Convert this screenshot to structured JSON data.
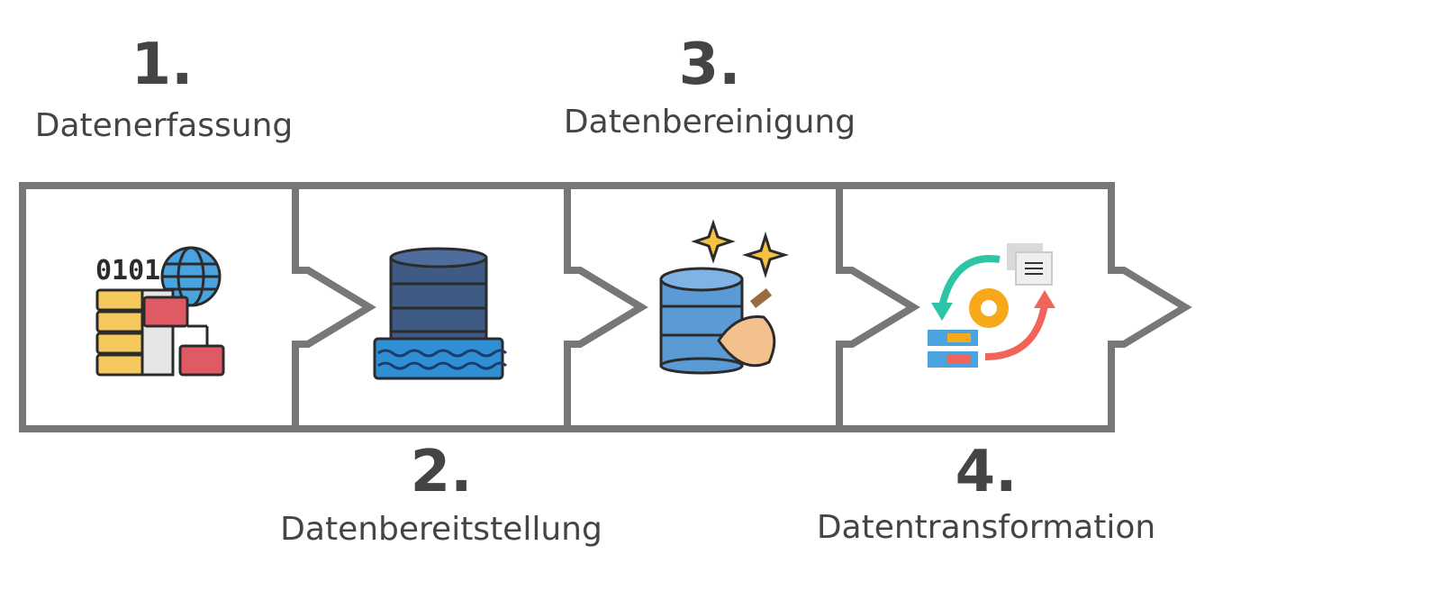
{
  "steps": [
    {
      "number": "1.",
      "label": "Datenerfassung",
      "icon": "data-collection-icon"
    },
    {
      "number": "2.",
      "label": "Datenbereitstellung",
      "icon": "database-water-icon"
    },
    {
      "number": "3.",
      "label": "Datenbereinigung",
      "icon": "database-cleaning-icon"
    },
    {
      "number": "4.",
      "label": "Datentransformation",
      "icon": "data-transformation-icon"
    }
  ],
  "icon_text": {
    "binary": "0101"
  },
  "colors": {
    "outline": "#777777",
    "text": "#444444",
    "server_yellow": "#f6c95c",
    "folder_red": "#e05a64",
    "globe_blue": "#4aa3df",
    "db_dark": "#3e5a85",
    "db_light": "#5b9bd5",
    "water": "#2f8fd5",
    "sparkle": "#f5c242",
    "broom": "#f2c18e",
    "teal": "#2ec4a6",
    "orange_gear": "#f7a81b",
    "red_arrow": "#f0645a"
  }
}
